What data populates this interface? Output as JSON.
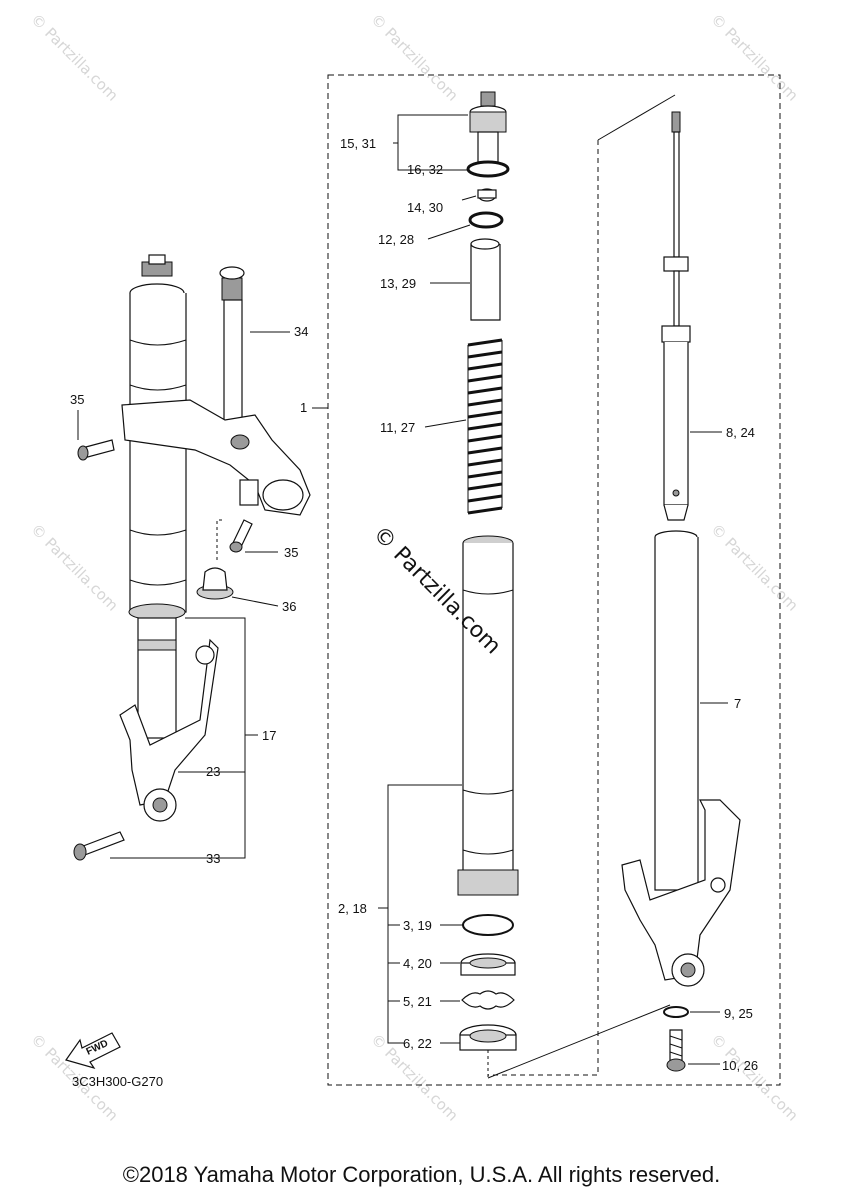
{
  "diagram": {
    "code": "3C3H300-G270",
    "watermark": "© Partzilla.com",
    "center_watermark": "© Partzilla.com",
    "fwd_label": "FWD",
    "copyright": "©2018 Yamaha Motor Corporation, U.S.A. All rights reserved.",
    "callouts": {
      "c1": "1",
      "c7": "7",
      "c8_24": "8, 24",
      "c9_25": "9, 25",
      "c10_26": "10, 26",
      "c11_27": "11, 27",
      "c12_28": "12, 28",
      "c13_29": "13, 29",
      "c14_30": "14, 30",
      "c15_31": "15, 31",
      "c16_32": "16, 32",
      "c2_18": "2, 18",
      "c3_19": "3, 19",
      "c4_20": "4, 20",
      "c5_21": "5, 21",
      "c6_22": "6, 22",
      "c17": "17",
      "c23": "23",
      "c33": "33",
      "c34": "34",
      "c35a": "35",
      "c35b": "35",
      "c36": "36"
    }
  }
}
